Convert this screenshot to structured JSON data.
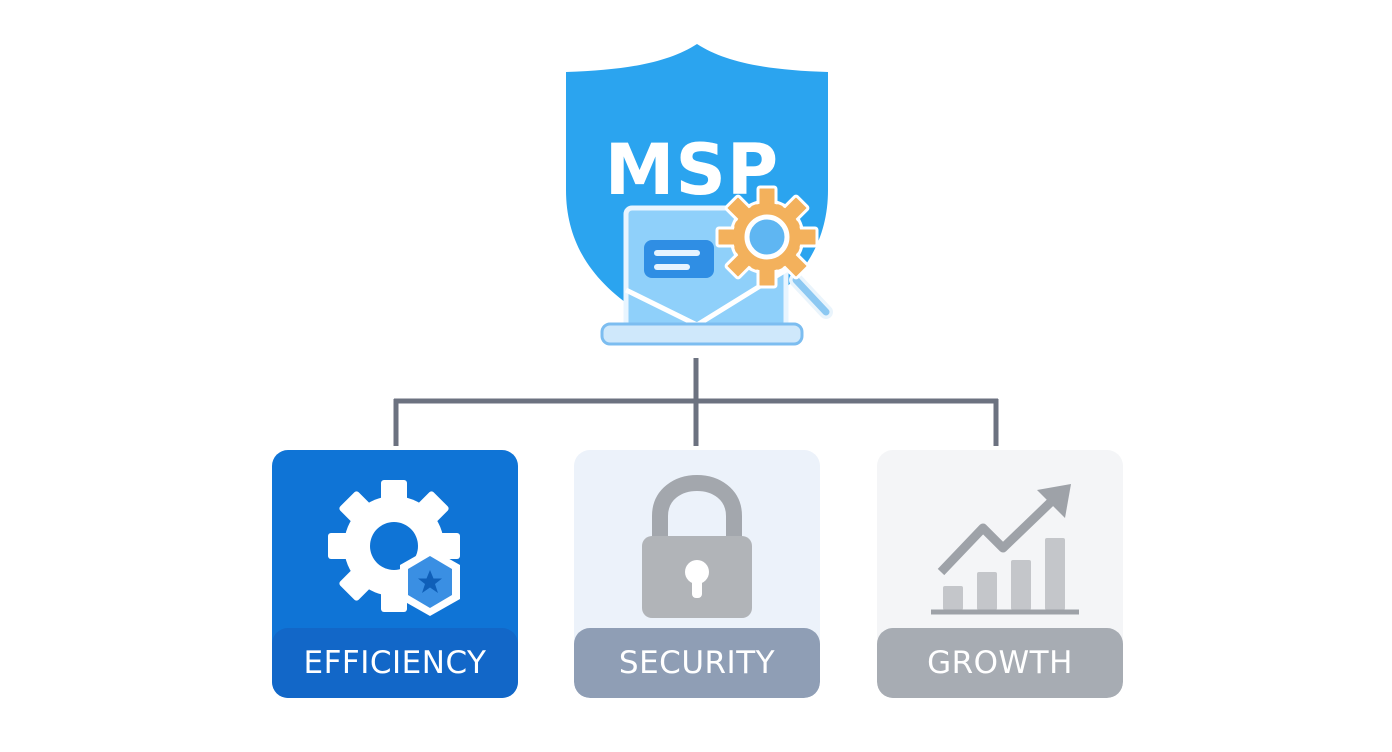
{
  "root": {
    "title": "MSP",
    "icon": "shield-icon",
    "inner_icons": [
      "laptop-icon",
      "gear-icon",
      "magnifier-icon"
    ]
  },
  "branches": [
    {
      "label": "EFFICIENCY",
      "icon": "gear-with-star-badge-icon",
      "color": "#0f74d6"
    },
    {
      "label": "SECURITY",
      "icon": "padlock-icon",
      "color": "#8f9eb5"
    },
    {
      "label": "GROWTH",
      "icon": "growth-chart-icon",
      "color": "#a7acb3"
    }
  ],
  "colors": {
    "shield": "#2aa3ee",
    "connector": "#6b7280",
    "accent_gear": "#f2b562"
  }
}
